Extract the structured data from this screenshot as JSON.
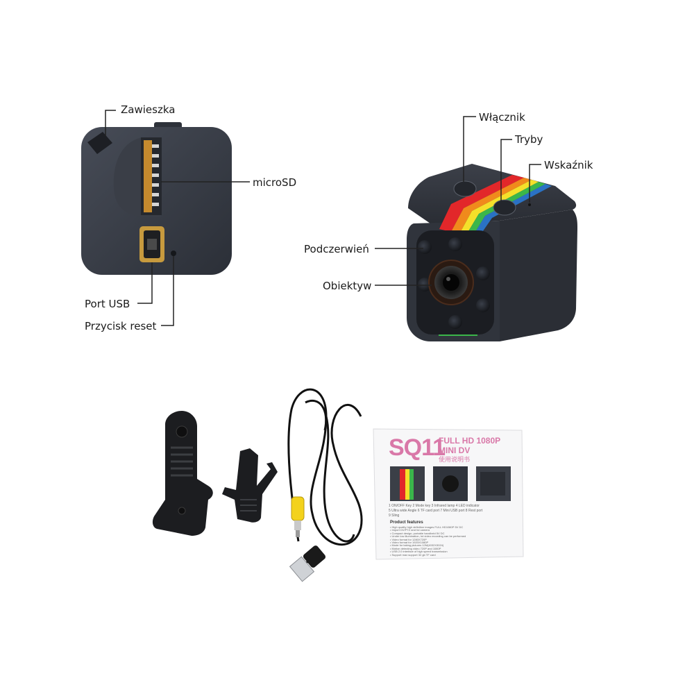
{
  "callouts": {
    "hanger": "Zawieszka",
    "microsd": "microSD",
    "usb_port": "Port USB",
    "reset_button": "Przycisk reset",
    "power_switch": "Włącznik",
    "modes": "Tryby",
    "indicator": "Wskaźnik",
    "infrared": "Podczerwień",
    "lens": "Obiektyw"
  },
  "manual": {
    "model": "SQ11",
    "subtitle_line1": "FULL HD 1080P",
    "subtitle_line2": "MINI DV",
    "subtitle_cn": "使用说明书",
    "legend_row1": "1 ON/OFF Key    2 Mode key    3 Infrared lamp    4 LED indicator",
    "legend_row2": "5 Ultra wide Angle  6 TF card port  7 Mini USB port  8 Rest port",
    "legend_row3": "9 Sling",
    "features_title": "Product features",
    "features": [
      "High quality high definition images  FULL HD1080P  5V  DC",
      "Import DV/PTZ and hd camera",
      "Compact design, portable handheld 5V DC",
      "Under low illumination, hd video recording can be performed",
      "Video format for 1280X720P",
      "Video format for 1920X1080P",
      "Mode for taking pictures 12M(4032X3024)",
      "Motion detecting video 720P and 1080P",
      "USB 2.0 interface of high speed transmission",
      "Support max support 32 gb TF card"
    ]
  }
}
